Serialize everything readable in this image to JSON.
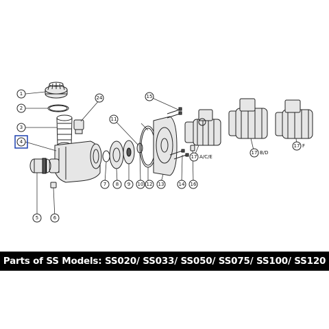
{
  "banner": {
    "text": "Parts of SS Models: SS020/ SS033/ SS050/ SS075/ SS100/ SS120"
  },
  "callouts": [
    {
      "id": "c1",
      "number": "1",
      "suffix": ""
    },
    {
      "id": "c2",
      "number": "2",
      "suffix": ""
    },
    {
      "id": "c3",
      "number": "3",
      "suffix": ""
    },
    {
      "id": "c4",
      "number": "4",
      "suffix": ""
    },
    {
      "id": "c5",
      "number": "5",
      "suffix": ""
    },
    {
      "id": "c6",
      "number": "6",
      "suffix": ""
    },
    {
      "id": "c7",
      "number": "7",
      "suffix": ""
    },
    {
      "id": "c8",
      "number": "8",
      "suffix": ""
    },
    {
      "id": "c9",
      "number": "9",
      "suffix": ""
    },
    {
      "id": "c10",
      "number": "10",
      "suffix": ""
    },
    {
      "id": "c11",
      "number": "11",
      "suffix": ""
    },
    {
      "id": "c12",
      "number": "12",
      "suffix": ""
    },
    {
      "id": "c13",
      "number": "13",
      "suffix": ""
    },
    {
      "id": "c14",
      "number": "14",
      "suffix": ""
    },
    {
      "id": "c15",
      "number": "15",
      "suffix": ""
    },
    {
      "id": "c16",
      "number": "16",
      "suffix": ""
    },
    {
      "id": "c24",
      "number": "24",
      "suffix": ""
    },
    {
      "id": "c17a",
      "number": "17",
      "suffix": "A/C/E"
    },
    {
      "id": "c17b",
      "number": "17",
      "suffix": "B/D"
    },
    {
      "id": "c17f",
      "number": "17",
      "suffix": "F"
    }
  ],
  "highlighted_callout": "4"
}
